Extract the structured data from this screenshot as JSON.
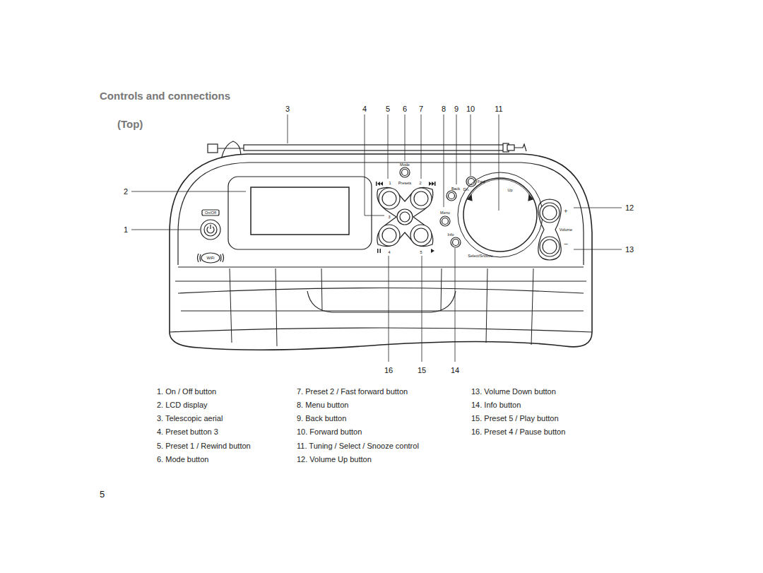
{
  "diagram": {
    "title": "Controls and connections",
    "labels": [
      "(Top)",
      "3",
      "4",
      "5",
      "6",
      "7",
      "8",
      "9",
      "10",
      "11",
      "2",
      "12",
      "1",
      "13",
      "16",
      "15",
      "14",
      "Mode",
      "1",
      "Presets",
      "2",
      "Fwd",
      "Back",
      "Dn.",
      "Up",
      "Menu",
      "3",
      "Info",
      "Select/Snooze",
      "4",
      "5",
      "On/Off",
      "WiFi",
      "+",
      "Volume",
      "–",
      "1. On / Off button",
      "2. LCD display",
      "3. Telescopic aerial",
      "4. Preset button 3",
      "5. Preset 1 /  Rewind button",
      "6. Mode button",
      "7. Preset 2 / Fast forward button",
      "8. Menu button",
      "9. Back button",
      "10. Forward button",
      "11. Tuning / Select / Snooze control",
      "12. Volume Up button",
      "13. Volume Down button",
      "14. Info button",
      "15. Preset 5 / Play button",
      "16. Preset 4 / Pause button",
      "5"
    ]
  }
}
